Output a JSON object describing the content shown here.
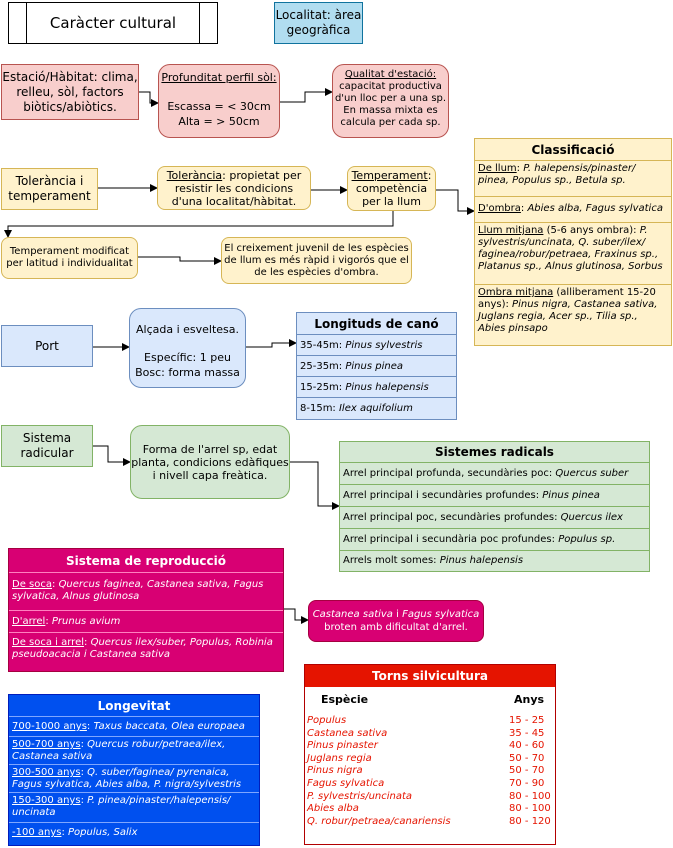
{
  "title_box": "Caràcter cultural",
  "legend_box": "Localitat: àrea geogràfica",
  "estacio": "Estació/Hàbitat: clima, relleu, sòl, factors biòtics/abiòtics.",
  "profunditat": {
    "title": "Profunditat perfil sòl:",
    "line1": "Escassa = < 30cm",
    "line2": "Alta = > 50cm"
  },
  "qualitat": {
    "title": "Qualitat d'estació:",
    "text": "capacitat productiva d'un lloc per a una sp. En massa mixta es calcula per cada sp."
  },
  "tolerancia_box": "Tolerància i temperament",
  "tolerancia": {
    "title": "Tolerància",
    "text": ": propietat per resistir les condicions d'una localitat/hàbitat."
  },
  "temperament": {
    "title": "Temperament",
    "text": ": competència per la llum"
  },
  "temperament_mod": "Temperament modificat per latitud i individualitat",
  "creixement": "El creixement juvenil de les espècies de llum es més ràpid i vigorós que el de les espècies d'ombra.",
  "classificacio": {
    "title": "Classificació",
    "rows": [
      {
        "label": "De llum",
        "rest": ": ",
        "species": "P. halepensis/pinaster/ pinea, Populus sp., Betula sp."
      },
      {
        "label": "D'ombra",
        "rest": ": ",
        "species": "Abies alba, Fagus sylvatica"
      },
      {
        "label": "Llum mitjana",
        "rest": " (5-6 anys ombra): ",
        "species": "P. sylvestris/uncinata, Q. suber/ilex/ faginea/robur/petraea, Fraxinus sp., Platanus sp., Alnus glutinosa, Sorbus"
      },
      {
        "label": "Ombra mitjana",
        "rest": " (alliberament 15-20 anys): ",
        "species": "Pinus nigra, Castanea sativa, Juglans regia, Acer sp., Tilia sp., Abies pinsapo"
      }
    ]
  },
  "port_box": "Port",
  "port": {
    "line1": "Alçada i esveltesa.",
    "line2": "Específic: 1 peu",
    "line3": "Bosc: forma massa"
  },
  "longituds": {
    "title": "Longituds de canó",
    "rows": [
      {
        "range": "35-45m: ",
        "species": "Pinus sylvestris"
      },
      {
        "range": "25-35m: ",
        "species": "Pinus pinea"
      },
      {
        "range": "15-25m: ",
        "species": "Pinus halepensis"
      },
      {
        "range": "8-15m: ",
        "species": "Ilex aquifolium"
      }
    ]
  },
  "sistema_box": "Sistema radicular",
  "forma": "Forma de l'arrel sp, edat planta, condicions edàfiques i nivell capa freàtica.",
  "radicals": {
    "title": "Sistemes radicals",
    "rows": [
      {
        "text": "Arrel principal profunda, secundàries poc: ",
        "species": "Quercus suber"
      },
      {
        "text": "Arrel principal i secundàries profundes: ",
        "species": "Pinus pinea"
      },
      {
        "text": "Arrel principal poc, secundàries profundes: ",
        "species": "Quercus ilex"
      },
      {
        "text": "Arrel principal i secundària poc profundes: ",
        "species": "Populus sp."
      },
      {
        "text": "Arrels molt somes: ",
        "species": "Pinus halepensis"
      }
    ]
  },
  "reproduccio": {
    "title": "Sistema de reproducció",
    "rows": [
      {
        "label": "De soca",
        "rest": ": ",
        "species": "Quercus faginea, Castanea sativa, Fagus sylvatica, Alnus glutinosa"
      },
      {
        "label": "D'arrel",
        "rest": ": ",
        "species": "Prunus avium"
      },
      {
        "label": "De soca i arrel",
        "rest": ": ",
        "species": "Quercus ilex/suber, Populus, Robinia pseudoacacia i Castanea sativa"
      }
    ]
  },
  "castanea": {
    "species": "Castanea sativa",
    "mid": " i ",
    "species2": "Fagus sylvatica",
    "text": " broten amb dificultat d'arrel."
  },
  "longevitat": {
    "title": "Longevitat",
    "rows": [
      {
        "label": "700-1000 anys",
        "rest": ": ",
        "species": "Taxus baccata, Olea europaea"
      },
      {
        "label": "500-700 anys",
        "rest": ": ",
        "species": "Quercus robur/petraea/ilex, Castanea sativa"
      },
      {
        "label": "300-500 anys",
        "rest": ": ",
        "species": "Q. suber/faginea/ pyrenaica, Fagus sylvatica, Abies alba, P. nigra/sylvestris"
      },
      {
        "label": "150-300 anys",
        "rest": ": ",
        "species": "P. pinea/pinaster/halepensis/ uncinata"
      },
      {
        "label": "-100 anys",
        "rest": ": ",
        "species": "Populus, Salix"
      }
    ]
  },
  "torns": {
    "title": "Torns silvicultura",
    "col1": "Espècie",
    "col2": "Anys",
    "rows": [
      {
        "species": "Populus",
        "years": "15 - 25"
      },
      {
        "species": "Castanea sativa",
        "years": "35 - 45"
      },
      {
        "species": "Pinus pinaster",
        "years": "40 - 60"
      },
      {
        "species": "Juglans regia",
        "years": "50 - 70"
      },
      {
        "species": "Pinus nigra",
        "years": "50 - 70"
      },
      {
        "species": "Fagus sylvatica",
        "years": "70 - 90"
      },
      {
        "species": "P. sylvestris/uncinata",
        "years": "80 - 100"
      },
      {
        "species": "Abies alba",
        "years": "80 - 100"
      },
      {
        "species": "Q. robur/petraea/canariensis",
        "years": "80 - 120"
      }
    ]
  },
  "colors": {
    "yellow_fill": "#fff2cc",
    "yellow_border": "#d6b656",
    "red_fill": "#f8cecc",
    "red_border": "#b85450",
    "blue_fill": "#dae8fc",
    "blue_border": "#6c8ebf",
    "green_fill": "#d5e8d4",
    "green_border": "#82b366",
    "magenta": "#d80073",
    "dark_blue": "#0050ef",
    "bright_red": "#e51400"
  }
}
